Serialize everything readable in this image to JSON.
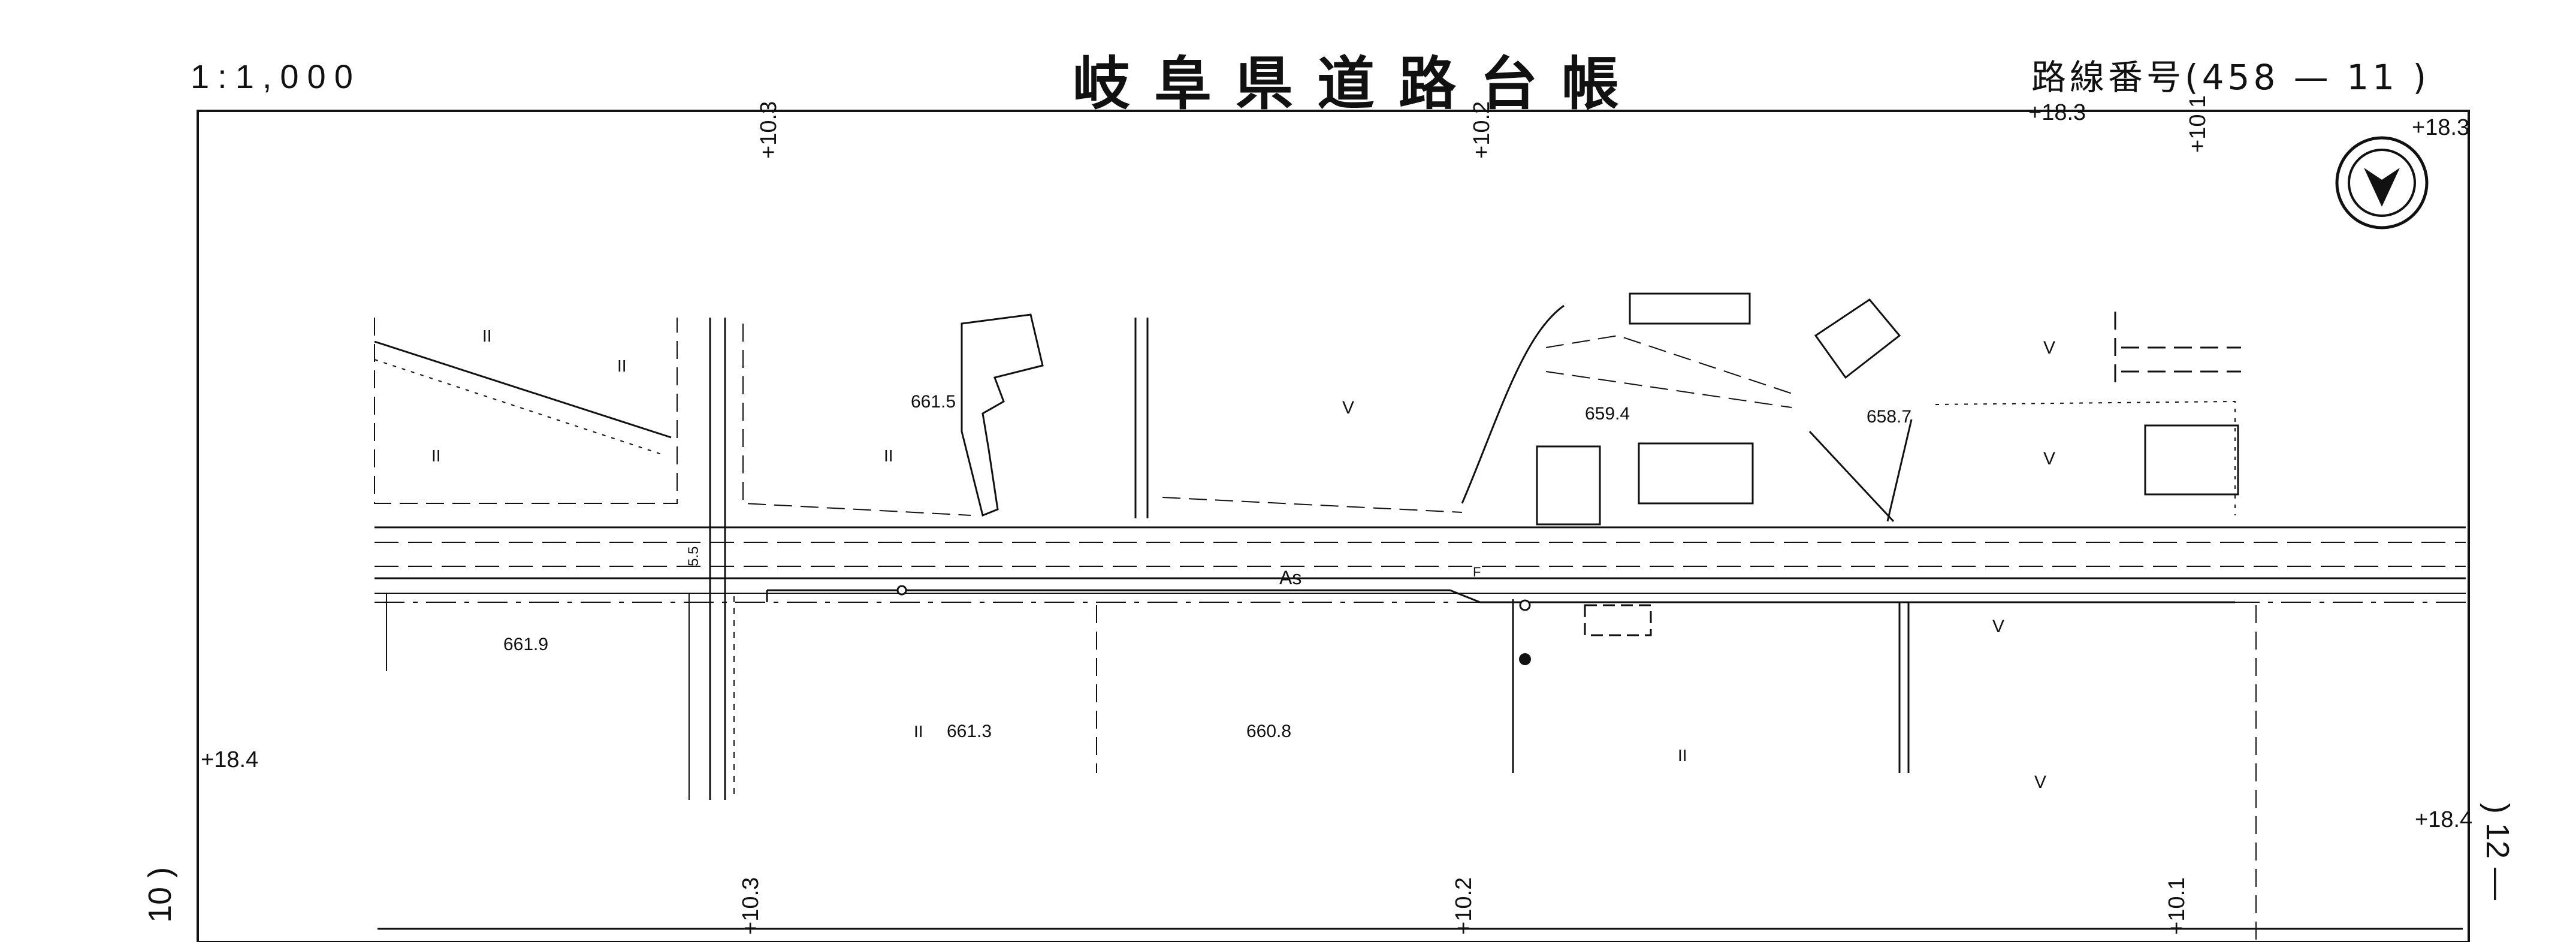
{
  "sheet": {
    "scale": "1:1,000",
    "title": "岐阜県道路台帳",
    "route_label": "路線番号",
    "route_number": "(458 — 11 )",
    "adjacent_left": "10 )",
    "adjacent_right": ") 12 —"
  },
  "stations": {
    "top": [
      "+10.3",
      "+10.2",
      "+18.3",
      "+10.1",
      "+18.3"
    ],
    "bottom": [
      "+10.3",
      "+10.2",
      "+10.1"
    ],
    "side_left": "+18.4",
    "side_right": "+18.4"
  },
  "elevations": [
    "661.5",
    "659.4",
    "658.7",
    "661.9",
    "661.3",
    "660.8"
  ],
  "labels": {
    "surface": "As",
    "width": "5.5",
    "field": "II",
    "field_alt": "V",
    "marker": "F"
  },
  "north_arrow_icon": "north-arrow-icon",
  "colors": {
    "ink": "#111111",
    "paper": "#ffffff"
  }
}
